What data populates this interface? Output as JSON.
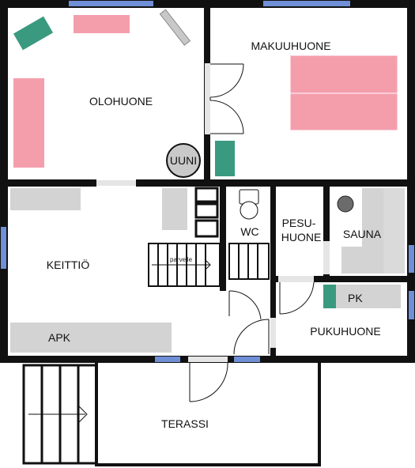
{
  "rooms": {
    "olohuone": "OLOHUONE",
    "makuuhuone": "MAKUUHUONE",
    "keittio": "KEITTIÖ",
    "wc": "WC",
    "pesuhuone_1": "PESU-",
    "pesuhuone_2": "HUONE",
    "sauna": "SAUNA",
    "pukuhuone": "PUKUHUONE",
    "terassi": "TERASSI"
  },
  "fixtures": {
    "uuni": "UUNI",
    "apk": "APK",
    "pk": "PK"
  },
  "stairs": {
    "parvelle": "parvelle"
  },
  "colors": {
    "wall": "#111111",
    "window": "#6f8fd6",
    "bed": "#f49eac",
    "appliance": "#d3d3d3",
    "cabinet": "#3a9a7f",
    "opening": "#e5e5e5"
  }
}
